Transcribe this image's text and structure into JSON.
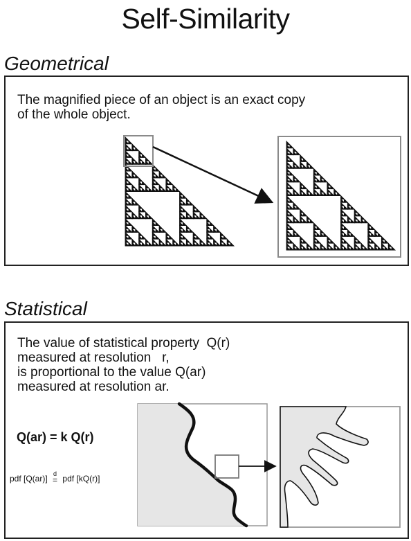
{
  "title": "Self-Similarity",
  "geometrical": {
    "heading": "Geometrical",
    "description": "The magnified piece of an object is an exact copy\nof the whole object."
  },
  "statistical": {
    "heading": "Statistical",
    "description": "The value of statistical property  Q(r)\nmeasured at resolution   r,\nis proportional to the value Q(ar)\nmeasured at resolution ar.",
    "formula_main": "Q(ar) = k Q(r)",
    "formula_pdf_left": "pdf [Q(ar)]",
    "formula_pdf_d": "d",
    "formula_pdf_eq": "=",
    "formula_pdf_right": "pdf [kQ(r)]"
  },
  "colors": {
    "ink": "#111111",
    "zoom_frame": "#8a8a8a",
    "stat_fill": "#e6e6e6"
  },
  "icons": [
    "sierpinski-triangle",
    "magnify-arrow",
    "coastline-curve",
    "magnified-coastline"
  ]
}
